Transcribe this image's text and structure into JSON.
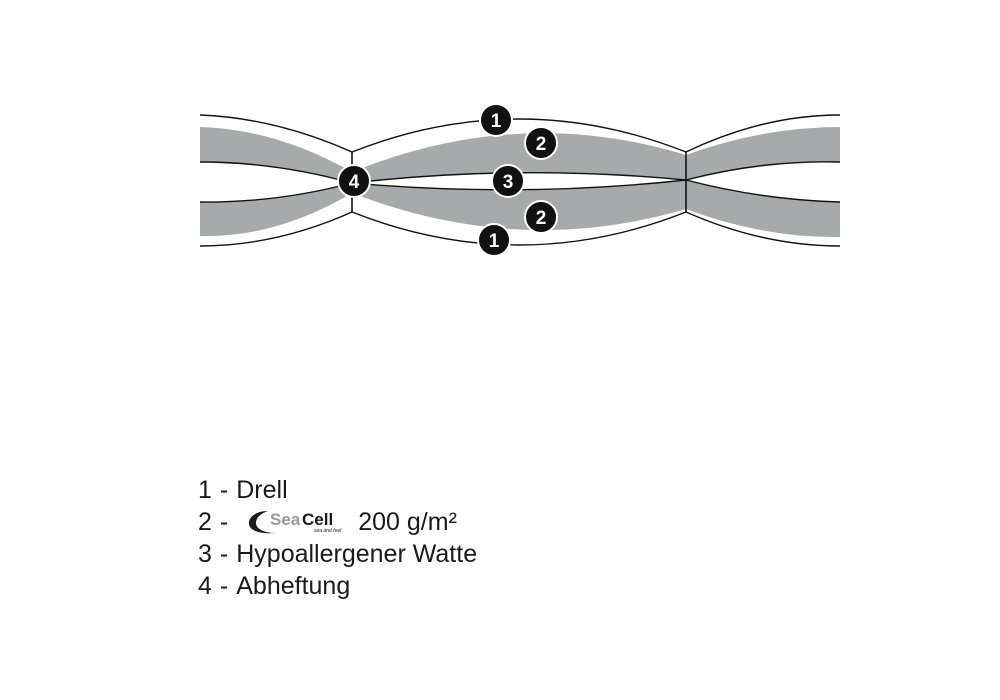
{
  "diagram": {
    "layer_colors": {
      "fill_layer": "#a7a9ab",
      "outline": "#111111",
      "marker_bg": "#111111",
      "marker_text": "#ffffff"
    },
    "markers": [
      {
        "id": "m1-top",
        "label": "1"
      },
      {
        "id": "m2-top",
        "label": "2"
      },
      {
        "id": "m3",
        "label": "3"
      },
      {
        "id": "m4",
        "label": "4"
      },
      {
        "id": "m2-bottom",
        "label": "2"
      },
      {
        "id": "m1-bottom",
        "label": "1"
      }
    ]
  },
  "legend": {
    "items": [
      {
        "number": "1",
        "separator": "-",
        "text": "Drell"
      },
      {
        "number": "2",
        "separator": "-",
        "logo": {
          "word1": "Sea",
          "word2": "Cell",
          "tagline": "sea and feel"
        },
        "text": "200 g/m²"
      },
      {
        "number": "3",
        "separator": "-",
        "text": "Hypoallergener Watte"
      },
      {
        "number": "4",
        "separator": "-",
        "text": "Abheftung"
      }
    ]
  }
}
